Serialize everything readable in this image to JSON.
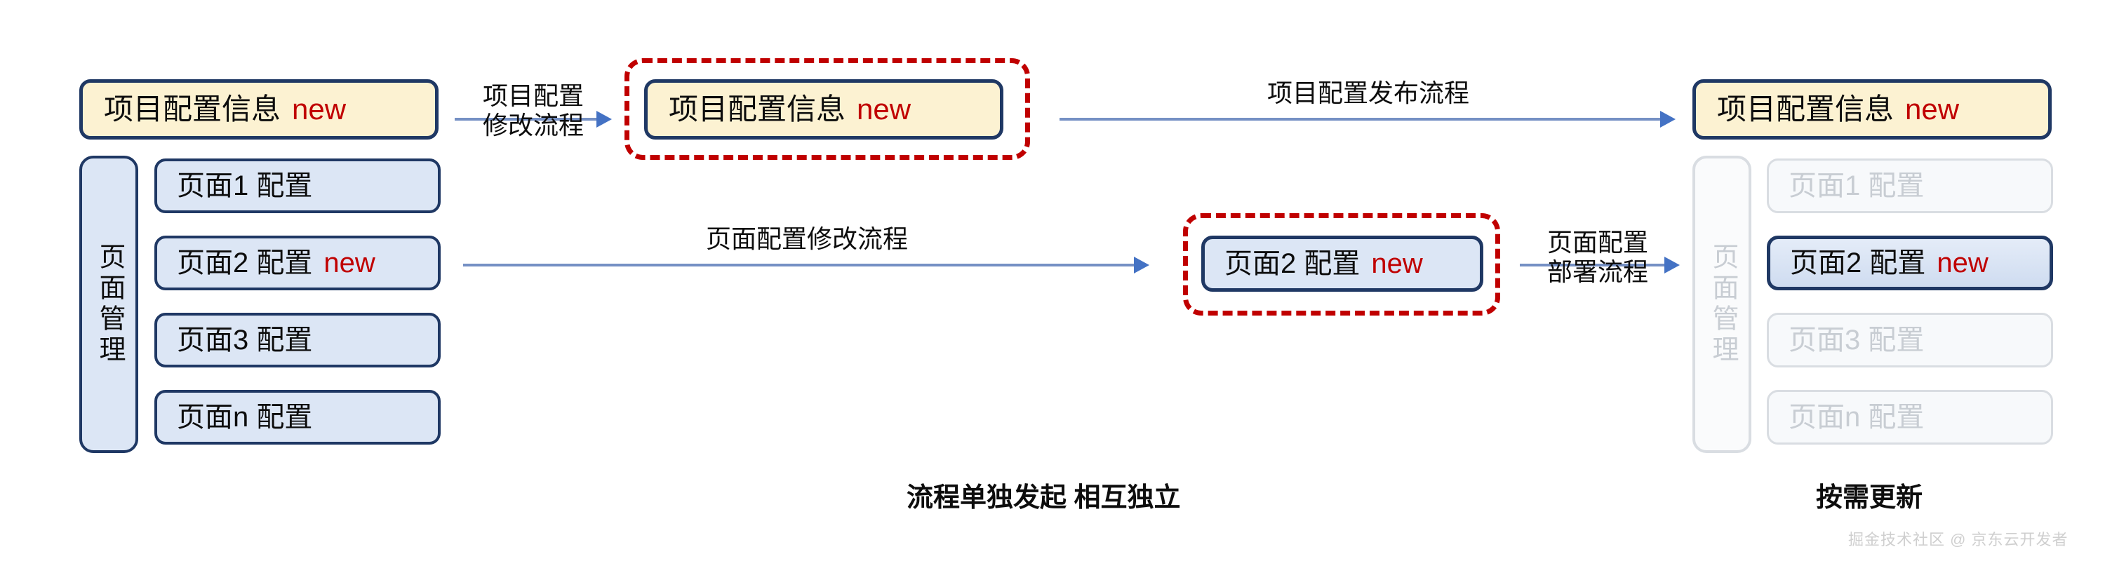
{
  "diagram": {
    "new_tag": "new",
    "accent_yellow": "#FCF2D2",
    "accent_blue": "#DCE6F5",
    "border_navy": "#1F3864",
    "dashed_red": "#C00000",
    "arrow_blue": "#4472C4",
    "faded_gray": "#C8CDD3"
  },
  "left_column": {
    "project_card": {
      "label": "项目配置信息",
      "badge": "new"
    },
    "rail": {
      "label": "页面管理"
    },
    "pages": [
      {
        "label": "页面1 配置",
        "badge": ""
      },
      {
        "label": "页面2 配置",
        "badge": "new"
      },
      {
        "label": "页面3 配置",
        "badge": ""
      },
      {
        "label": "页面n 配置",
        "badge": ""
      }
    ]
  },
  "middle_column": {
    "project_flow_label": {
      "line1": "项目配置",
      "line2": "修改流程"
    },
    "project_card": {
      "label": "项目配置信息",
      "badge": "new"
    },
    "page_flow_label": {
      "line1": "页面配置修改流程"
    },
    "page_card": {
      "label": "页面2 配置",
      "badge": "new"
    },
    "publish_flow_label": {
      "line1": "项目配置发布流程"
    },
    "deploy_flow_label": {
      "line1": "页面配置",
      "line2": "部署流程"
    }
  },
  "right_column": {
    "project_card": {
      "label": "项目配置信息",
      "badge": "new"
    },
    "rail": {
      "label": "页面管理"
    },
    "pages": [
      {
        "label": "页面1 配置",
        "badge": "",
        "state": "faded"
      },
      {
        "label": "页面2 配置",
        "badge": "new",
        "state": "emphasis"
      },
      {
        "label": "页面3 配置",
        "badge": "",
        "state": "faded"
      },
      {
        "label": "页面n 配置",
        "badge": "",
        "state": "faded"
      }
    ]
  },
  "captions": {
    "middle": "流程单独发起 相互独立",
    "right": "按需更新"
  },
  "watermark": {
    "text": "掘金技术社区 @ 京东云开发者"
  }
}
